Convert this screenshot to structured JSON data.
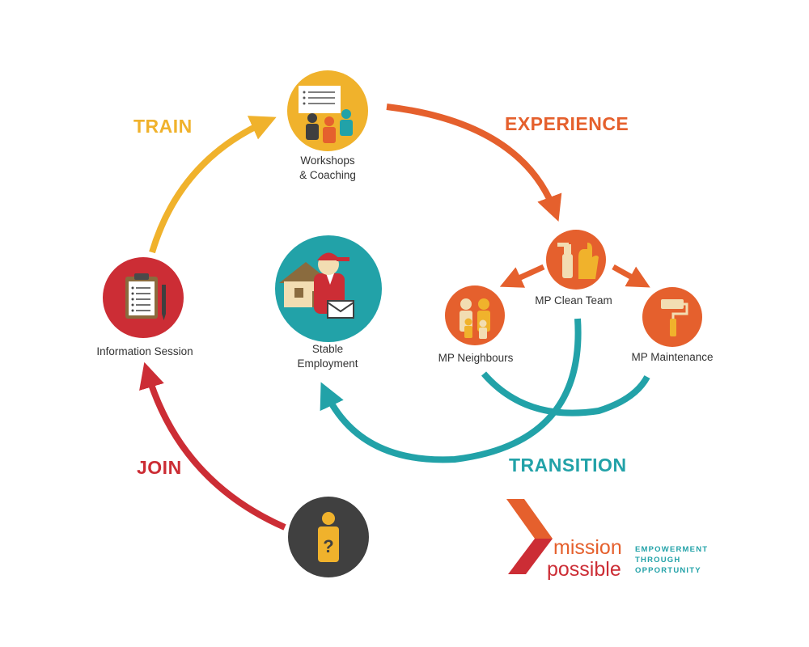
{
  "colors": {
    "train": "#F0B22C",
    "experience": "#E5602D",
    "transition": "#22A2A8",
    "join": "#CC2D35",
    "dark": "#404040",
    "text": "#333333"
  },
  "stages": {
    "train": "TRAIN",
    "experience": "EXPERIENCE",
    "transition": "TRANSITION",
    "join": "JOIN"
  },
  "nodes": {
    "workshops": {
      "line1": "Workshops",
      "line2": "& Coaching",
      "icon": "workshop-icon"
    },
    "info_session": {
      "label": "Information Session",
      "icon": "clipboard-icon"
    },
    "stable_employment": {
      "line1": "Stable",
      "line2": "Employment",
      "icon": "house-worker-icon"
    },
    "clean_team": {
      "label": "MP Clean Team",
      "icon": "cleaning-icon"
    },
    "neighbours": {
      "label": "MP Neighbours",
      "icon": "family-icon"
    },
    "maintenance": {
      "label": "MP Maintenance",
      "icon": "paint-roller-icon"
    },
    "start": {
      "icon": "question-person-icon"
    }
  },
  "logo": {
    "word1": "mission",
    "word2": "possible",
    "tagline": [
      "EMPOWERMENT",
      "THROUGH",
      "OPPORTUNITY"
    ]
  }
}
